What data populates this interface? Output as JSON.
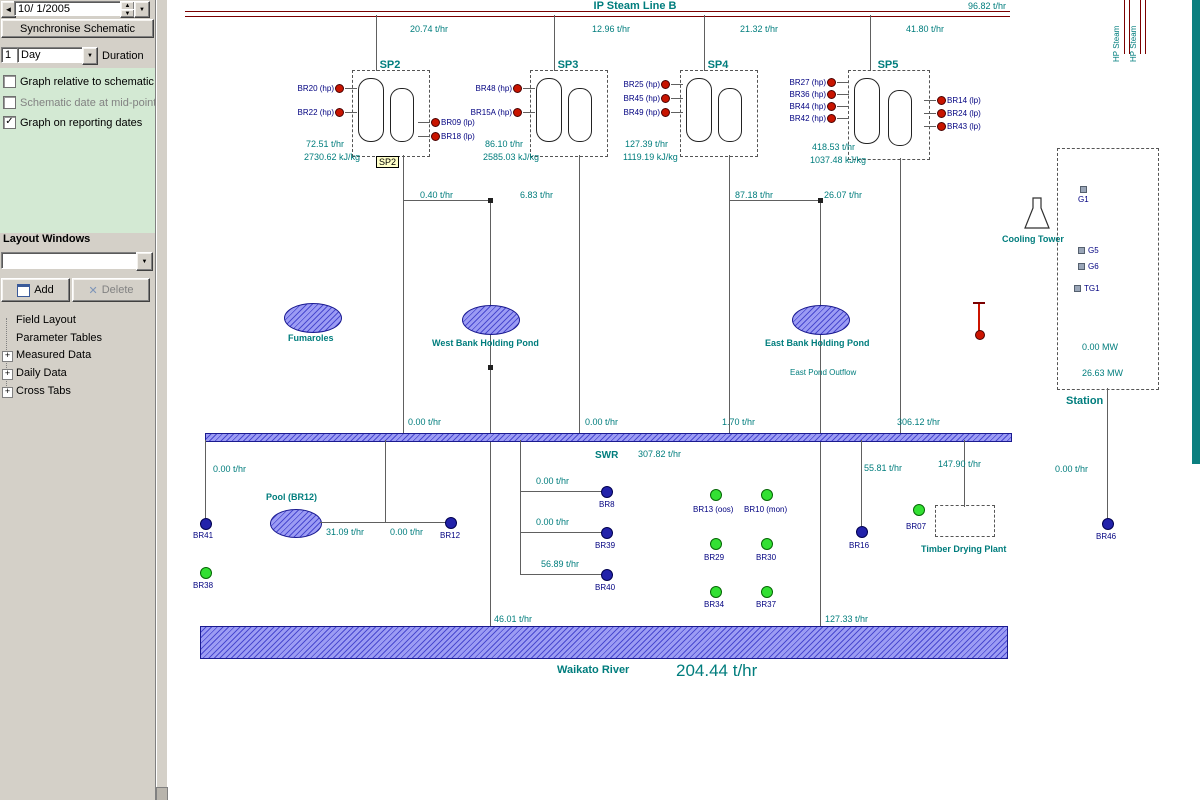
{
  "sidebar": {
    "date_value": "10/ 1/2005",
    "sync_button": "Synchronise Schematic",
    "duration_value": "1",
    "duration_unit": "Day",
    "duration_label": "Duration",
    "checkbox1": "Graph relative to schematic",
    "checkbox2": "Schematic date at mid-point",
    "checkbox3": "Graph on reporting dates",
    "check_glyph": "✓",
    "layout_windows_label": "Layout Windows",
    "add_button": "Add",
    "delete_button": "Delete",
    "delete_icon": "✕",
    "tree": [
      "Field Layout",
      "Parameter Tables",
      "Measured Data",
      "Daily Data",
      "Cross Tabs"
    ],
    "plus": "+",
    "left_arrow": "◄",
    "up_arrow": "▲",
    "down_arrow": "▼"
  },
  "header": {
    "ip_line_label": "IP Steam Line B",
    "ip_line_flow": "96.82 t/hr",
    "hp_steam_1": "HP Steam",
    "hp_steam_2": "HP Steam"
  },
  "top_flows": [
    "20.74 t/hr",
    "12.96 t/hr",
    "21.32 t/hr",
    "41.80 t/hr"
  ],
  "mid_flows": [
    "0.40 t/hr",
    "6.83 t/hr",
    "87.18 t/hr",
    "26.07 t/hr"
  ],
  "separators": [
    {
      "name": "SP2",
      "tag": "SP2",
      "flow": "72.51 t/hr",
      "enthalpy": "2730.62 kJ/kg",
      "left_bores": [
        "BR20 (hp)",
        "BR22 (hp)"
      ],
      "right_bores": [
        "BR09 (lp)",
        "BR18 (lp)"
      ]
    },
    {
      "name": "SP3",
      "flow": "86.10 t/hr",
      "enthalpy": "2585.03 kJ/kg",
      "left_bores": [
        "BR48 (hp)",
        "BR15A (hp)"
      ]
    },
    {
      "name": "SP4",
      "flow": "127.39 t/hr",
      "enthalpy": "1119.19 kJ/kg",
      "left_bores": [
        "BR25 (hp)",
        "BR45 (hp)",
        "BR49 (hp)"
      ]
    },
    {
      "name": "SP5",
      "flow": "418.53 t/hr",
      "enthalpy": "1037.48 kJ/kg",
      "left_bores": [
        "BR27 (hp)",
        "BR36 (hp)",
        "BR44 (hp)",
        "BR42 (hp)"
      ],
      "right_bores": [
        "BR14 (lp)",
        "BR24 (lp)",
        "BR43 (lp)"
      ]
    }
  ],
  "ponds": {
    "fumaroles": "Fumaroles",
    "west": "West Bank Holding Pond",
    "east": "East Bank Holding Pond",
    "east_outflow": "East Pond Outflow"
  },
  "cooling_tower_label": "Cooling Tower",
  "station": {
    "label": "Station",
    "g1": "G1",
    "g5": "G5",
    "g6": "G6",
    "tg1": "TG1",
    "mw1": "0.00 MW",
    "mw2": "26.63 MW"
  },
  "swr": {
    "label": "SWR",
    "flow": "307.82 t/hr",
    "above_flows": [
      "0.00 t/hr",
      "0.00 t/hr",
      "1.70 t/hr",
      "306.12 t/hr"
    ]
  },
  "pool": {
    "label": "Pool (BR12)",
    "flow_in": "31.09 t/hr",
    "flow_out": "0.00 t/hr"
  },
  "bottom_flows": {
    "left": "0.00 t/hr",
    "stub1": "0.00 t/hr",
    "stub2": "0.00 t/hr",
    "stub3": "56.89 t/hr",
    "br16": "55.81 t/hr",
    "timber": "147.90 t/hr",
    "station": "0.00 t/hr",
    "river1": "46.01 t/hr",
    "river2": "127.33 t/hr"
  },
  "wells": {
    "br41": "BR41",
    "br38": "BR38",
    "br12": "BR12",
    "br8": "BR8",
    "br39": "BR39",
    "br40": "BR40",
    "br13": "BR13 (oos)",
    "br10": "BR10 (mon)",
    "br29": "BR29",
    "br30": "BR30",
    "br34": "BR34",
    "br37": "BR37",
    "br16": "BR16",
    "br07": "BR07",
    "br46": "BR46"
  },
  "timber_label": "Timber Drying Plant",
  "river": {
    "label": "Waikato River",
    "flow": "204.44 t/hr"
  }
}
